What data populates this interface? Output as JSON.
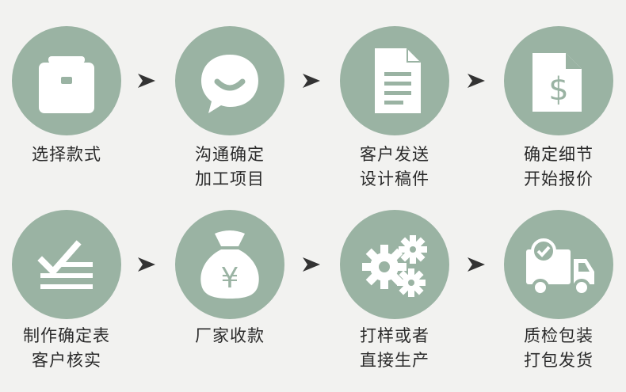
{
  "colors": {
    "background": "#f2f2f0",
    "circle": "#9ab3a3",
    "icon": "#ffffff",
    "arrow": "#333333",
    "text": "#2a2a2a"
  },
  "row1": {
    "steps": [
      {
        "icon": "box-icon",
        "lines": [
          "选择款式"
        ]
      },
      {
        "icon": "chat-bubble-icon",
        "lines": [
          "沟通确定",
          "加工项目"
        ]
      },
      {
        "icon": "document-icon",
        "lines": [
          "客户发送",
          "设计稿件"
        ]
      },
      {
        "icon": "dollar-document-icon",
        "lines": [
          "确定细节",
          "开始报价"
        ]
      }
    ]
  },
  "row2": {
    "steps": [
      {
        "icon": "checklist-icon",
        "lines": [
          "制作确定表",
          "客户核实"
        ]
      },
      {
        "icon": "money-bag-icon",
        "lines": [
          "厂家收款"
        ]
      },
      {
        "icon": "gears-icon",
        "lines": [
          "打样或者",
          "直接生产"
        ]
      },
      {
        "icon": "delivery-truck-icon",
        "lines": [
          "质检包装",
          "打包发货"
        ]
      }
    ]
  }
}
